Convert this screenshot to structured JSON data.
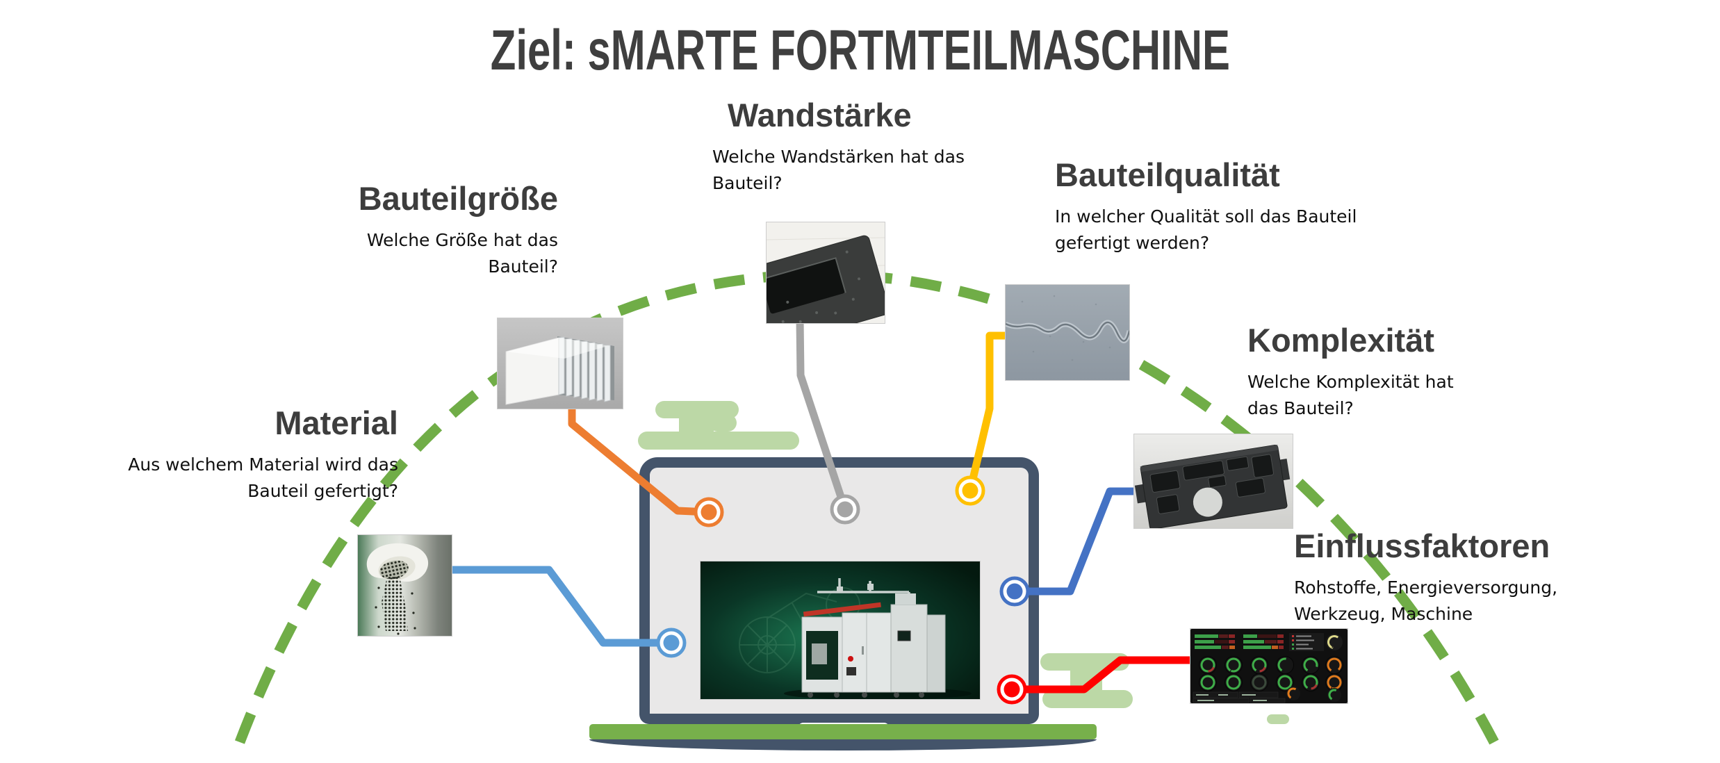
{
  "title": "Ziel: sMARTE FORTMTEILMASCHINE",
  "sections": {
    "bauteilgroesse": {
      "heading": "Bauteilgröße",
      "lines": [
        "Welche Größe hat das",
        "Bauteil?"
      ],
      "connector_color": "#ed7d31"
    },
    "wandstaerke": {
      "heading": "Wandstärke",
      "lines": [
        "Welche Wandstärken hat das",
        "Bauteil?"
      ],
      "connector_color": "#a5a5a5"
    },
    "bauteilqualitaet": {
      "heading": "Bauteilqualität",
      "lines": [
        "In welcher Qualität soll das Bauteil",
        "gefertigt werden?"
      ],
      "connector_color": "#ffc000"
    },
    "komplexitaet": {
      "heading": "Komplexität",
      "lines": [
        "Welche Komplexität hat",
        "das Bauteil?"
      ],
      "connector_color": "#4472c4"
    },
    "material": {
      "heading": "Material",
      "lines": [
        "Aus welchem Material wird das",
        "Bauteil gefertigt?"
      ],
      "connector_color": "#5b9bd5"
    },
    "einflussfaktoren": {
      "heading": "Einflussfaktoren",
      "lines": [
        "Rohstoffe, Energieversorgung,",
        "Werkzeug, Maschine"
      ],
      "connector_color": "#ff0000"
    }
  },
  "images": {
    "bauteilgroesse": "white-foam-block-with-fins",
    "wandstaerke": "black-foam-part-corner",
    "bauteilqualitaet": "grey-foam-surface-with-seam",
    "komplexitaet": "black-molded-foam-tray",
    "material": "granules-pouring-from-calla-flower",
    "einflussfaktoren": "dark-gauge-dashboard",
    "laptop_screen_content": "foam-molding-machine-on-green-background"
  },
  "colors": {
    "title_text": "#3f3f3f",
    "heading_text": "#3d3d3d",
    "body_text": "#101010",
    "arc_green": "#70ad47",
    "light_green": "#bcd8a6",
    "laptop_frame": "#44546a",
    "laptop_deck_green": "#77b04b",
    "orange": "#ed7d31",
    "gray": "#a5a5a5",
    "yellow": "#ffc000",
    "blue": "#4472c4",
    "light_blue": "#5b9bd5",
    "red": "#ff0000"
  }
}
